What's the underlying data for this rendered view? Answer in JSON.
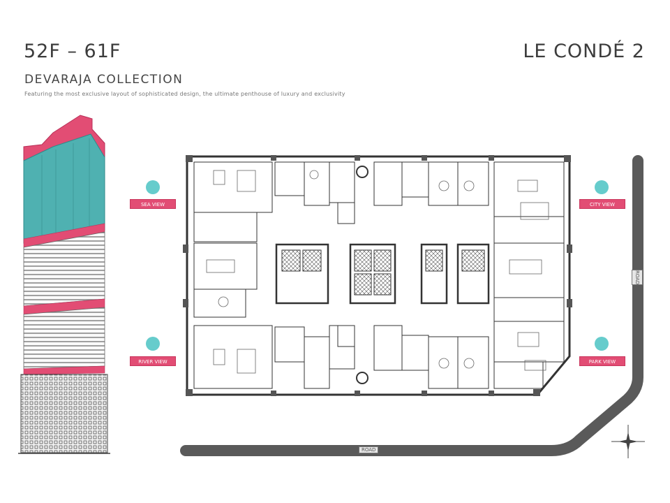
{
  "header": {
    "floors": "52F – 61F",
    "brand": "LE CONDÉ 2",
    "collection": "DEVARAJA COLLECTION",
    "description": "Featuring the most exclusive layout of sophisticated design, the ultimate penthouse of luxury and exclusivity"
  },
  "markers": [
    {
      "id": "nw",
      "label": "SEA VIEW"
    },
    {
      "id": "ne",
      "label": "CITY VIEW"
    },
    {
      "id": "sw",
      "label": "RIVER VIEW"
    },
    {
      "id": "se",
      "label": "PARK VIEW"
    }
  ],
  "road_labels": {
    "vertical": "ROAD",
    "horizontal": "ROAD"
  },
  "colors": {
    "tower_glass": "#4fb1b1",
    "accent_pink": "#e24d74",
    "marker_teal": "#66cccc",
    "road": "#5a5a5a",
    "plan_line": "#333333"
  },
  "icons": {
    "compass": "compass-rose-icon"
  }
}
